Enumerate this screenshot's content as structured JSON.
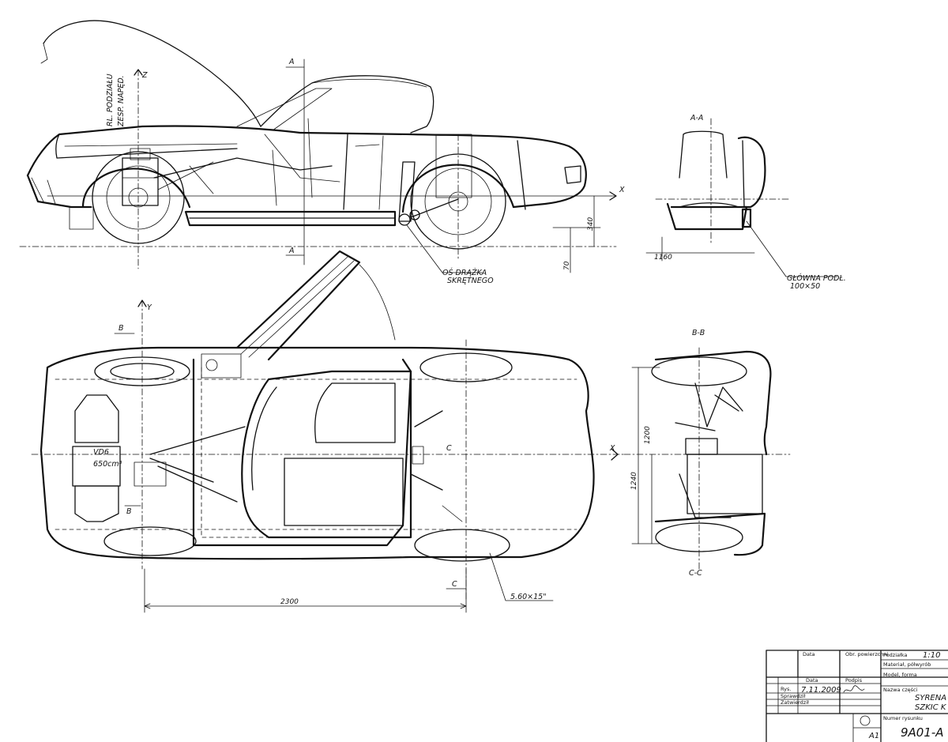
{
  "drawing": {
    "annotations": {
      "rl_line1": "RL. PODZIAŁU",
      "rl_line2": "ZESP. NAPĘD.",
      "axis_z": "Z",
      "axis_x_side": "X",
      "axis_x_plan": "X",
      "axis_y": "Y",
      "engine_line1": "VD6",
      "engine_line2": "650cm³",
      "torsion_bar_line1": "OŚ DRĄŻKA",
      "torsion_bar_line2": "SKRĘTNEGO",
      "main_beam_line1": "GŁÓWNA PODŁ.",
      "main_beam_line2": "100×50",
      "tire_size": "5.60×15\""
    },
    "section_marks": {
      "a_top": "A",
      "a_bottom": "A",
      "b_top": "B",
      "b_bottom": "B",
      "c_right": "C",
      "c_bottom": "C"
    },
    "view_titles": {
      "section_aa": "A-A",
      "section_bb": "B-B",
      "section_cc": "C-C"
    },
    "dimensions": {
      "wheelbase": "2300",
      "height_340": "340",
      "clearance_70": "70",
      "width_1160": "1160",
      "track_1200": "1200",
      "width_1240": "1240"
    }
  },
  "title_block": {
    "labels": {
      "date_col": "Data",
      "standards": "Obr. powierzchni",
      "scale": "Podziałka",
      "material": "Materiał, półwyrób",
      "model": "Model, forma",
      "part_name": "Nazwa części",
      "signature": "Podpis",
      "drawn": "Rys.",
      "checked": "Sprawdził",
      "approved": "Zatwierdził",
      "drawing_number": "Numer rysunku",
      "date_col_top": "Data"
    },
    "values": {
      "scale": "1:10",
      "date": "7.11.2009",
      "title_line1": "SYRENA S",
      "title_line2": "SZKIC K",
      "sheet_size": "A1",
      "drawing_number": "9A01-A"
    }
  }
}
